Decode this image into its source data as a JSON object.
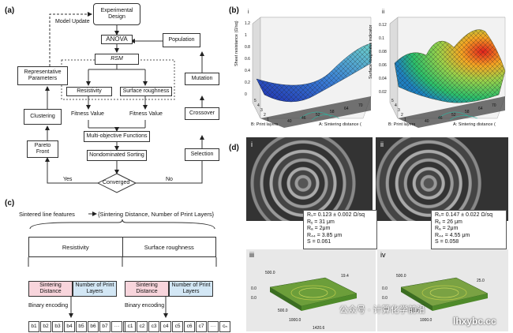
{
  "panel_a": {
    "label": "(a)",
    "experimental_design": "Experimental Design",
    "model_update": "Model Update",
    "anova": "ANOVA",
    "rsm": "RSM",
    "resistivity": "Resistivity",
    "surface_roughness": "Surface roughness",
    "fitness_value_1": "Fitness Value",
    "fitness_value_2": "Fitness Value",
    "multi_objective": "Multi-objective Functions",
    "nondominated": "Nondominated Sorting",
    "converged": "Converged",
    "yes": "Yes",
    "no": "No",
    "representative": "Representative Parameters",
    "clustering": "Clustering",
    "pareto": "Pareto Front",
    "population": "Population",
    "mutation": "Mutation",
    "crossover": "Crossover",
    "selection": "Selection"
  },
  "panel_b": {
    "label": "(b)",
    "sub_i": "i",
    "sub_ii": "ii",
    "zlabel_i": "Sheet resistance (Ω/sq)",
    "zlabel_ii": "Surface roughness indicator",
    "xlabel": "A: Sintering distance (",
    "ylabel": "B: Print layers",
    "z_ticks_i": [
      "1.2",
      "1",
      "0.8",
      "0.6",
      "0.4",
      "0.2",
      "0"
    ],
    "z_ticks_ii": [
      "0.12",
      "0.1",
      "0.08",
      "0.06",
      "0.04",
      "0.02"
    ],
    "y_ticks": [
      "5",
      "4",
      "3",
      "2",
      "1"
    ],
    "x_ticks": [
      "40",
      "46",
      "52",
      "58",
      "64",
      "70"
    ]
  },
  "panel_c": {
    "label": "(c)",
    "header": "Sintered line features",
    "mapping": "{Sintering Distance, Number of Print Layers}",
    "resistivity": "Resistivity",
    "surface_roughness": "Surface roughness",
    "sintering_distance": "Sintering Distance",
    "print_layers": "Number of Print Layers",
    "binary_encoding": "Binary encoding",
    "b_cells": [
      "b1",
      "b2",
      "b3",
      "b4",
      "b5",
      "b6",
      "b7",
      "···",
      "bₙ"
    ],
    "c_cells": [
      "c1",
      "c2",
      "c3",
      "c4",
      "c5",
      "c6",
      "c7",
      "···",
      "cₙ"
    ]
  },
  "panel_d": {
    "label": "(d)",
    "sub_i": "i",
    "sub_ii": "ii",
    "sub_iii": "iii",
    "sub_iv": "iv",
    "info_left": [
      "Rₛ= 0.123 ± 0.002 Ω/sq",
      "Rᵧ = 31 μm",
      "Rₐ = 2μm",
      "R₄₄ = 3.85 μm",
      "S = 0.061"
    ],
    "info_right": [
      "Rₛ= 0.147 ± 0.022 Ω/sq",
      "Rᵧ = 26 μm",
      "Rₐ = 2μm",
      "R₄₄ = 4.55 μm",
      "S = 0.058"
    ],
    "axis_left": [
      "500.0",
      "0.0",
      "500.0",
      "1000.0",
      "0.0",
      "19.4",
      "1420.6"
    ],
    "axis_right": [
      "500.0",
      "0.0",
      "500.0",
      "1000.0",
      "0.0",
      "25.0"
    ]
  },
  "watermark": {
    "text": "公众号 · 计算化学前沿",
    "site": "lhxybc.cc"
  }
}
